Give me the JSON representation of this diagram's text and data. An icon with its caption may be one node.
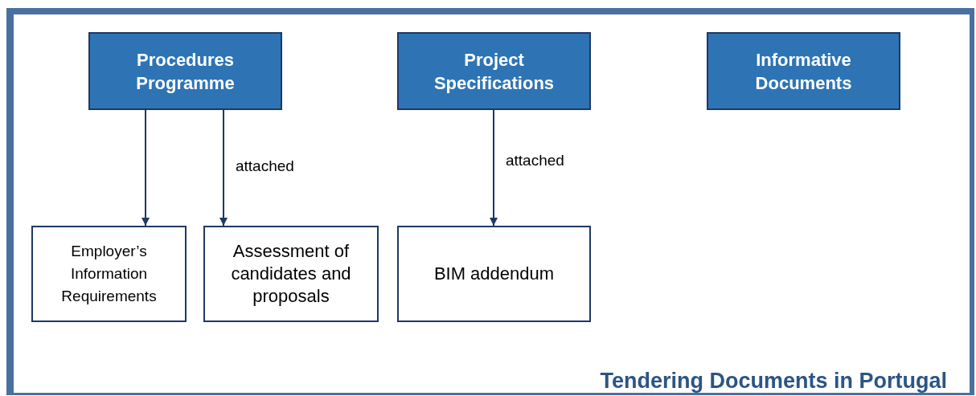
{
  "diagram": {
    "title": "Tendering Documents in Portugal",
    "nodes": [
      {
        "text": [
          "Procedures Programme"
        ]
      },
      {
        "text": [
          "Project Specifications"
        ]
      },
      {
        "text": [
          "Informative Documents"
        ]
      },
      {
        "text": [
          "Employer’s Information Requirements"
        ]
      },
      {
        "text": [
          "Assessment of candidates and proposals"
        ]
      },
      {
        "text": [
          "BIM addendum"
        ]
      }
    ],
    "edges": [
      {
        "from": 0,
        "to": 3,
        "arrow": "to"
      },
      {
        "from": 0,
        "to": 4,
        "arrow": "to",
        "label": "attached"
      },
      {
        "from": 1,
        "to": 5,
        "arrow": "to",
        "label": "attached"
      }
    ]
  }
}
